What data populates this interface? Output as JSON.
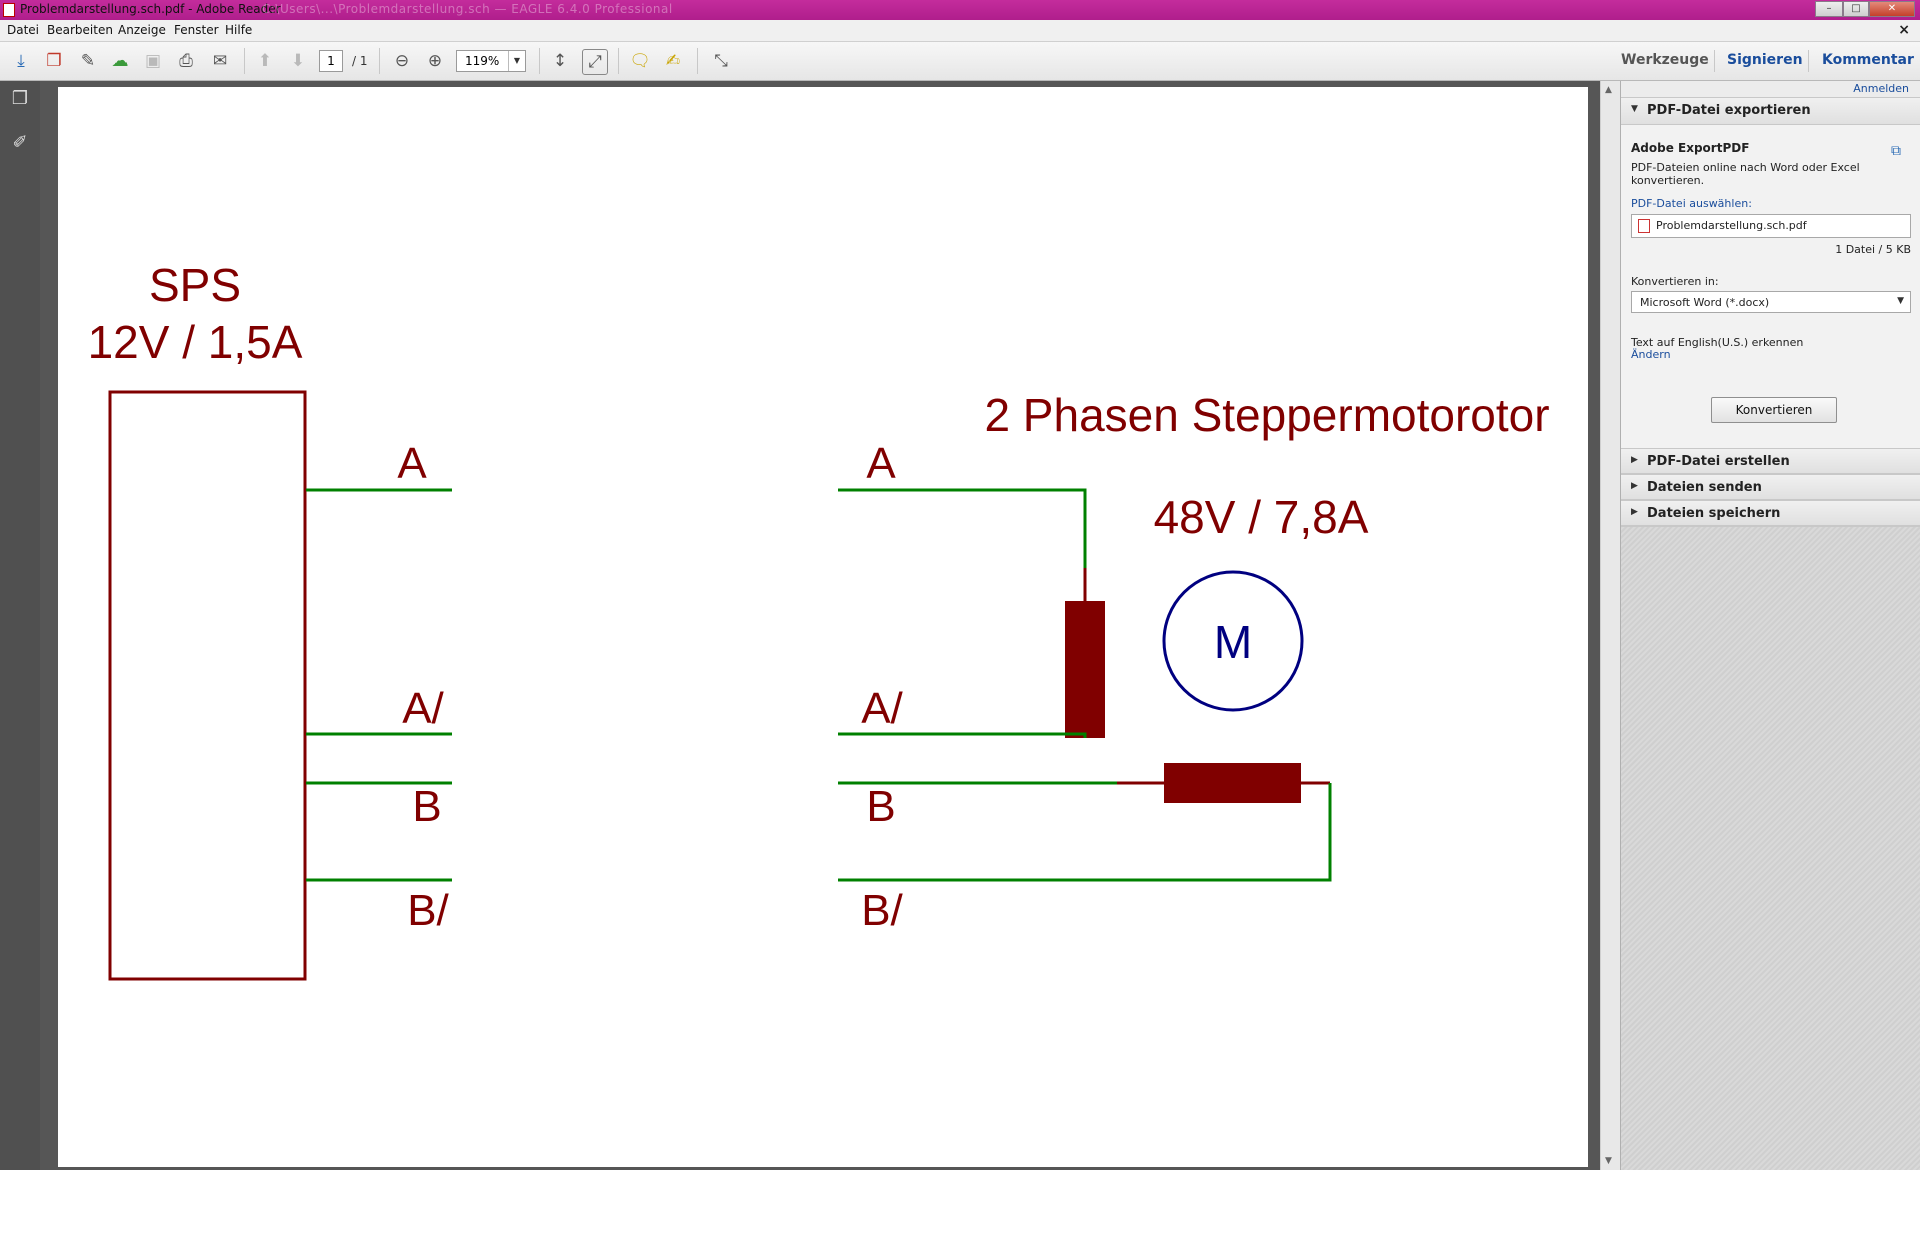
{
  "window": {
    "title": "Problemdarstellung.sch.pdf - Adobe Reader",
    "path_blur": "C:\\Users\\...\\Problemdarstellung.sch — EAGLE 6.4.0 Professional",
    "min_label": "–",
    "max_label": "□",
    "close_label": "✕"
  },
  "menu": {
    "items": [
      "Datei",
      "Bearbeiten",
      "Anzeige",
      "Fenster",
      "Hilfe"
    ],
    "close": "×"
  },
  "toolbar": {
    "page_current": "1",
    "page_total": "/ 1",
    "zoom": "119%",
    "zoom_arrow": "▼",
    "tools_label": "Werkzeuge",
    "sign_label": "Signieren",
    "comment_label": "Kommentar"
  },
  "icons": {
    "create": "⤓",
    "pdf": "❐",
    "edit": "✎",
    "upload": "☁",
    "save": "▣",
    "print": "⎙",
    "mail": "✉",
    "prev": "⬆",
    "next": "⬇",
    "zoom_out": "⊖",
    "zoom_in": "⊕",
    "fit_page": "↕",
    "fit_width": "⤢",
    "comment": "🗨",
    "highlight": "✍",
    "fullscreen": "⤡",
    "pages": "❐",
    "attach": "✐",
    "scroll_up": "▲",
    "scroll_down": "▼",
    "section_open": "▼",
    "section_closed": "▶",
    "export": "⧉"
  },
  "panel": {
    "sign_in": "Anmelden",
    "export_section": "PDF-Datei exportieren",
    "export_title": "Adobe ExportPDF",
    "export_desc_1": "PDF-Dateien online nach Word oder Excel",
    "export_desc_2": "konvertieren.",
    "choose_file": "PDF-Datei auswählen:",
    "file_name": "Problemdarstellung.sch.pdf",
    "file_info": "1 Datei / 5 KB",
    "convert_to": "Konvertieren in:",
    "format": "Microsoft Word (*.docx)",
    "ocr_text": "Text auf English(U.S.) erkennen",
    "change": "Ändern",
    "convert_button": "Konvertieren",
    "create_section": "PDF-Datei erstellen",
    "send_section": "Dateien senden",
    "store_section": "Dateien speichern"
  },
  "colors": {
    "wire": "#008000",
    "label": "#800000",
    "motor": "#000080",
    "link": "#1a4d9c",
    "tools": "#555555",
    "titlebar": "#c42c9c"
  },
  "schematic": {
    "sps_title": "SPS",
    "sps_rating": "12V / 1,5A",
    "motor_title": "2 Phasen Steppermotorotor",
    "motor_rating": "48V / 7,8A",
    "motor_symbol": "M",
    "left_pins": [
      "A",
      "A/",
      "B",
      "B/"
    ],
    "right_pins": [
      "A",
      "A/",
      "B",
      "B/"
    ]
  }
}
